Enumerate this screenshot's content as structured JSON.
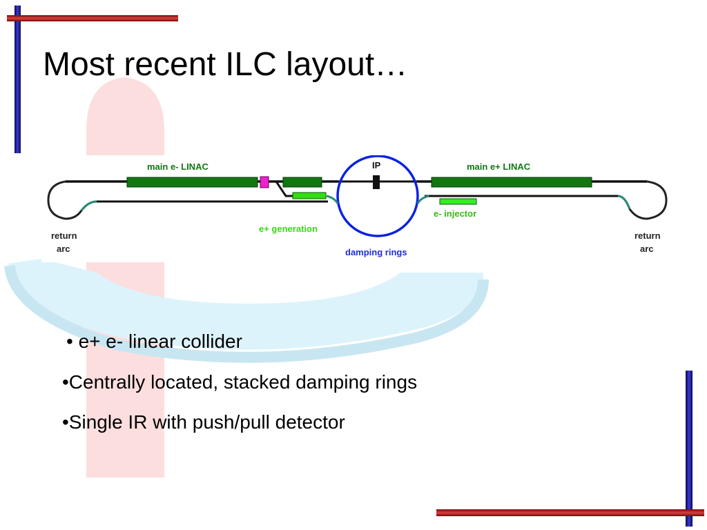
{
  "slide": {
    "title": "Most recent ILC layout…",
    "bullets": [
      "• e+ e- linear collider",
      "•Centrally located, stacked damping rings",
      "•Single IR with push/pull detector"
    ]
  },
  "diagram": {
    "labels": {
      "main_e_minus_linac": "main e- LINAC",
      "main_e_plus_linac": "main e+ LINAC",
      "ip": "IP",
      "e_plus_generation": "e+ generation",
      "e_minus_injector": "e- injector",
      "damping_rings": "damping rings",
      "return_arc_left_1": "return",
      "return_arc_left_2": "arc",
      "return_arc_right_1": "return",
      "return_arc_right_2": "arc"
    },
    "colors": {
      "linac": "#117711",
      "beamline": "#111111",
      "damping_ring": "#0b22e0",
      "e_plus_generation": "#33dd11",
      "injector": "#33ee22",
      "magenta_block": "#ee22cc",
      "damping_label": "#1a2ed6"
    }
  },
  "decor": {
    "accent_blue": "#2a2acc",
    "accent_red": "#c02020"
  }
}
